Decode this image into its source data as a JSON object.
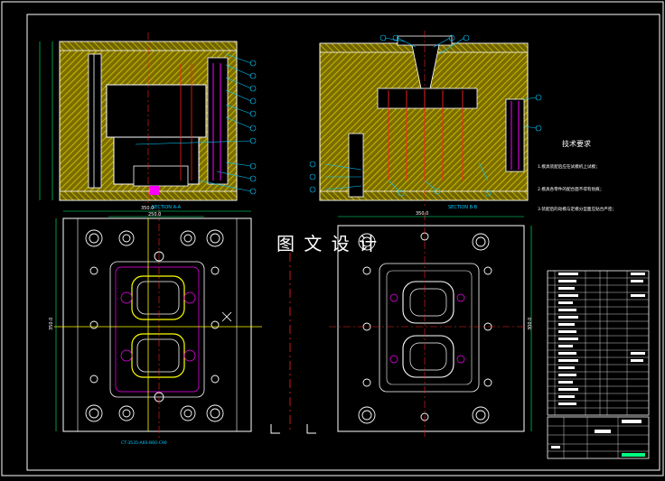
{
  "watermark": "图 文 设 计",
  "views": {
    "top_left": {
      "section_label": "SECTION A-A"
    },
    "top_right": {
      "section_label": "SECTION B-B"
    },
    "bottom_left": {
      "width_dim": "350.0",
      "inner_dim": "250.0",
      "height_dim": "350.0",
      "bottom_note": "CT-3535-A60-B60-C90"
    },
    "bottom_right": {
      "width_dim": "350.0",
      "height_dim": "300.0"
    }
  },
  "tech_requirements": {
    "title": "技术要求",
    "items": [
      "1.模具装配后应在试模机上试模；",
      "2.模具各零件的配合面不得有划痕；",
      "3.装配后的动模与定模分型面应贴合严密；"
    ]
  },
  "colors": {
    "background": "#000000",
    "hatch": "#c8b400",
    "outline": "#ffffff",
    "leader": "#00c8ff",
    "accent": "#ff00ff",
    "center": "#ff2020",
    "dimension": "#ffff00"
  }
}
